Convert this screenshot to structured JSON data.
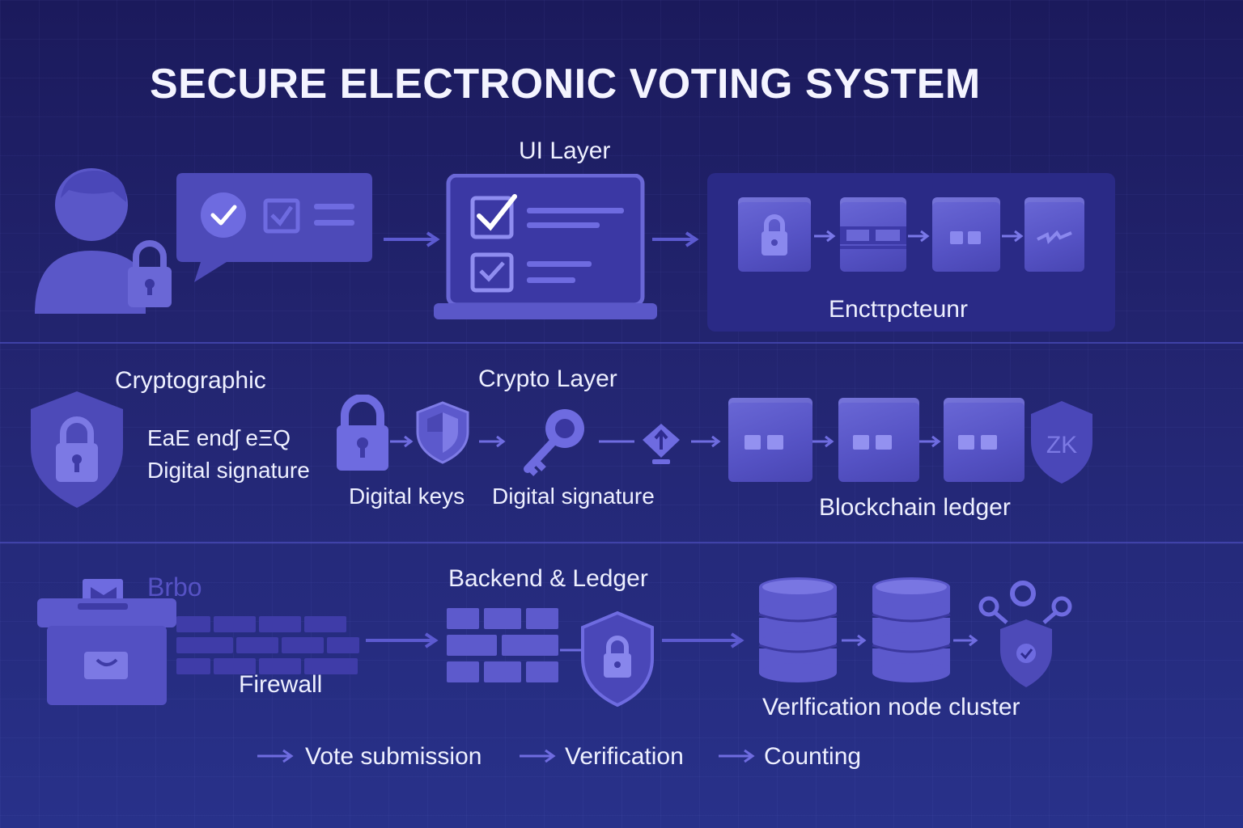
{
  "title": "SECURE ELECTRONIC VOTING SYSTEM",
  "row1": {
    "ui_layer": "UI Layer",
    "encryption": "Enctτpcteunr"
  },
  "row2": {
    "cryptographic": "Cryptographic",
    "e2e": "EaE endʃ eΞQ",
    "digital_signature_left": "Digital signature",
    "crypto_layer": "Crypto Layer",
    "digital_keys": "Digital keys",
    "digital_signature": "Digital signature",
    "blockchain_ledger": "Blockchain ledger",
    "zk": "ZK"
  },
  "row3": {
    "ballot_tag": "Brbo",
    "firewall": "Firewall",
    "backend_ledger": "Backend & Ledger",
    "verification_cluster": "Verlfication node cluster"
  },
  "flow": {
    "vote_submission": "Vote submission",
    "verification": "Verification",
    "counting": "Counting"
  },
  "colors": {
    "background": "#1b1a5c",
    "icon_fill": "#5b58cc",
    "accent": "#6f6ce0",
    "text": "#eef0ff"
  }
}
